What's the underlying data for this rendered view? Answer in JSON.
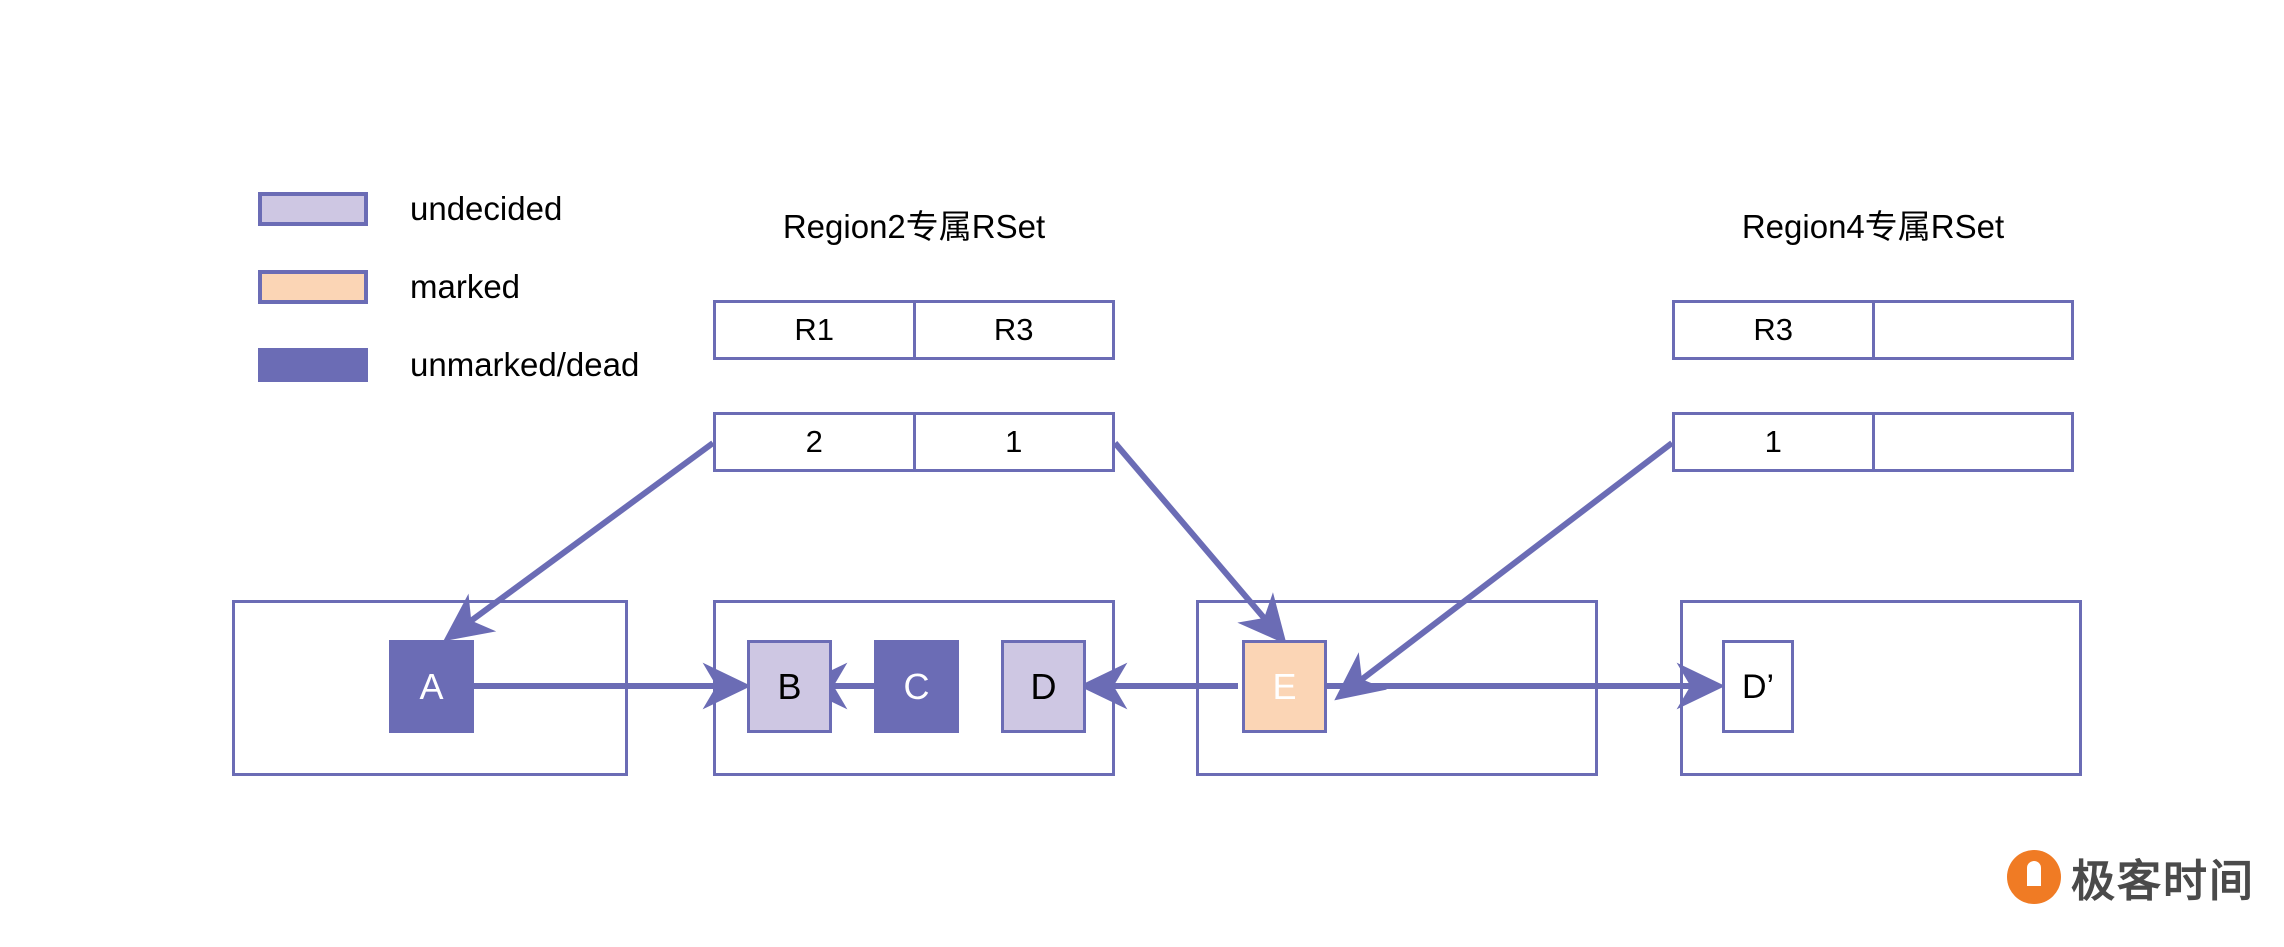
{
  "legend": {
    "items": [
      {
        "label": "undecided",
        "color": "#CEC7E3",
        "border": "#6B6CB5"
      },
      {
        "label": "marked",
        "color": "#FBD5B5",
        "border": "#6B6CB5"
      },
      {
        "label": "unmarked/dead",
        "color": "#6B6CB5",
        "border": "#6B6CB5"
      }
    ]
  },
  "rsets": [
    {
      "title": "Region2专属RSet",
      "header": [
        "R1",
        "R3"
      ],
      "values": [
        "2",
        "1"
      ]
    },
    {
      "title": "Region4专属RSet",
      "header": [
        "R3",
        ""
      ],
      "values": [
        "1",
        ""
      ]
    }
  ],
  "regions": [
    {
      "name": "region-1",
      "objects": [
        {
          "label": "A",
          "state": "unmarked/dead"
        }
      ]
    },
    {
      "name": "region-2",
      "objects": [
        {
          "label": "B",
          "state": "undecided"
        },
        {
          "label": "C",
          "state": "unmarked/dead"
        },
        {
          "label": "D",
          "state": "undecided"
        }
      ]
    },
    {
      "name": "region-3",
      "objects": [
        {
          "label": "E",
          "state": "marked"
        }
      ]
    },
    {
      "name": "region-4",
      "objects": [
        {
          "label": "D’",
          "state": "plain"
        }
      ]
    }
  ],
  "objects": {
    "a": "A",
    "b": "B",
    "c": "C",
    "d": "D",
    "e": "E",
    "d_prime": "D’"
  },
  "watermark": {
    "text": "极客时间",
    "logo_color": "#F07B24"
  },
  "colors": {
    "line": "#6B6CB5",
    "undecided": "#CEC7E3",
    "marked": "#FBD5B5",
    "dead": "#6B6CB5",
    "background": "#FFFFFF"
  }
}
